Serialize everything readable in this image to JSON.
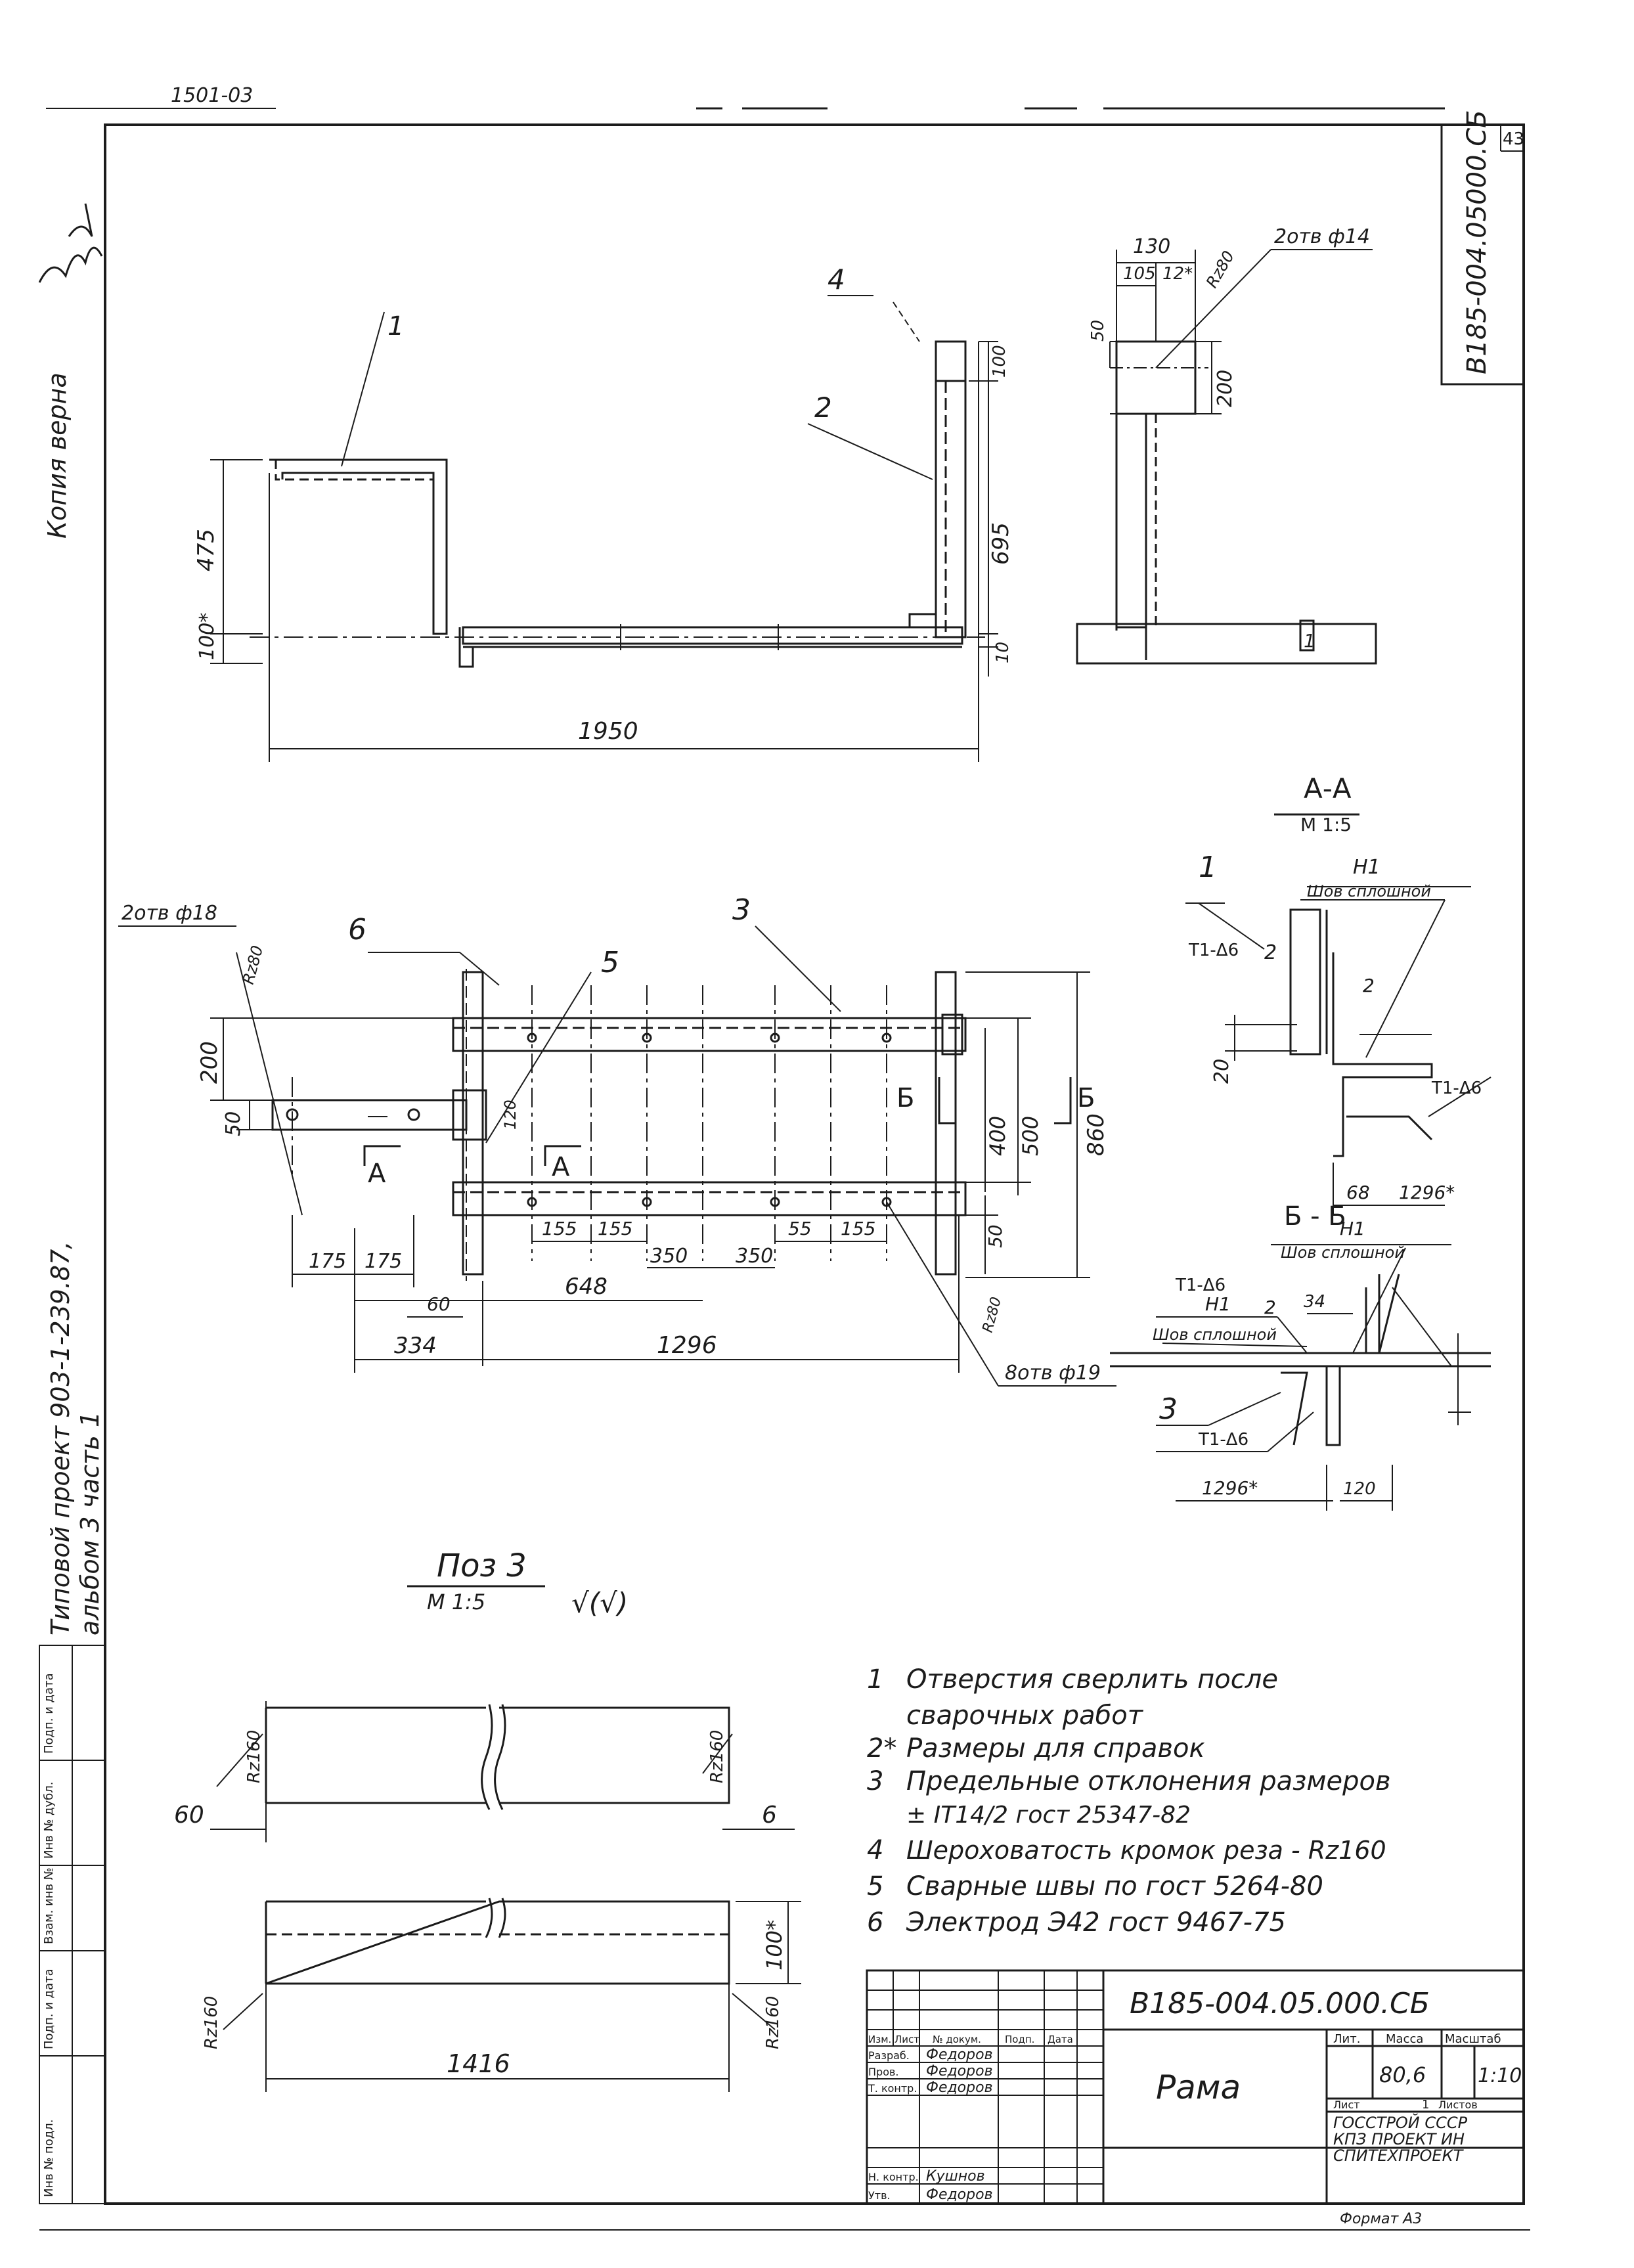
{
  "sheet": {
    "top_code": "1501-03",
    "sheet_number": "43",
    "side_code": "В185-004.05000.СБ",
    "copy_text": "Копия верна",
    "project_text_1": "Типовой проект 903-1-239.87,",
    "project_text_2": "альбом 3 часть 1"
  },
  "left_strip": {
    "labels": [
      "Инв № подл.",
      "Подп. и дата",
      "Взам. инв №",
      "Инв № дубл.",
      "Подп. и дата"
    ]
  },
  "views": {
    "front": {
      "dims": [
        "475",
        "100*",
        "1950",
        "695",
        "100",
        "10"
      ],
      "positions": [
        "1",
        "2",
        "4"
      ]
    },
    "side": {
      "dims": [
        "130",
        "105",
        "12*",
        "50",
        "200",
        "Rz80"
      ],
      "hole_note": "2отв ф14",
      "pos_label": "1"
    },
    "plan": {
      "hole_note_left": "2отв ф18",
      "hole_note_right": "8отв ф19",
      "rz": "Rz80",
      "rz2": "Rz80",
      "positions": [
        "6",
        "5",
        "3"
      ],
      "dims": [
        "200",
        "50",
        "120",
        "400",
        "500",
        "860",
        "50",
        "155",
        "155",
        "55",
        "155",
        "350",
        "350",
        "175",
        "175",
        "648",
        "60",
        "334",
        "1296"
      ],
      "section_marks": [
        "А",
        "А",
        "Б",
        "Б"
      ]
    },
    "section_aa": {
      "title": "А-А",
      "scale": "М 1:5",
      "pos": "1",
      "weld_sym": "Н1",
      "weld_text": "Шов сплошной",
      "t1": "Т1-Δ6",
      "t2": "Т1-Δ6",
      "num2": "2",
      "num2b": "2",
      "dims": [
        "20",
        "68",
        "1296*"
      ]
    },
    "section_bb": {
      "title": "Б - Б",
      "weld_sym": "Н1",
      "weld_text": "Шов сплошной",
      "t1": "Т1-Δ6",
      "num2": "2",
      "weld_sym2": "Н1",
      "weld_text2": "Шов сплошной",
      "pos": "3",
      "t2": "Т1-Δ6",
      "dims": [
        "34",
        "1296*",
        "120"
      ]
    },
    "poz3": {
      "title": "Поз 3",
      "scale": "М 1:5",
      "rough": "√(√)",
      "rz_labels": [
        "Rz160",
        "Rz160",
        "Rz160",
        "Rz160"
      ],
      "dims": [
        "60",
        "6",
        "100*",
        "1416"
      ]
    }
  },
  "notes": [
    {
      "num": "1",
      "text": "Отверстия сверлить после"
    },
    {
      "num": "",
      "text": "сварочных работ"
    },
    {
      "num": "2*",
      "text": "Размеры для справок"
    },
    {
      "num": "3",
      "text": "Предельные отклонения размеров"
    },
    {
      "num": "",
      "text": "± IT14/2  гост 25347-82"
    },
    {
      "num": "4",
      "text": "Шероховатость кромок реза - Rz160"
    },
    {
      "num": "5",
      "text": "Сварные швы по гост 5264-80"
    },
    {
      "num": "6",
      "text": "Электрод Э42  гост 9467-75"
    }
  ],
  "title_block": {
    "code": "В185-004.05.000.СБ",
    "name": "Рама",
    "col_headers": [
      "Изм.",
      "Лист",
      "№ докум.",
      "Подп.",
      "Дата"
    ],
    "row_labels": [
      "Разраб.",
      "Пров.",
      "Т. контр.",
      "",
      "Н. контр.",
      "Утв."
    ],
    "people": [
      "Федоров",
      "Федоров",
      "Федоров",
      "",
      "Кушнов",
      "Федоров"
    ],
    "lit_header": "Лит.",
    "mass_header": "Масса",
    "scale_header": "Масштаб",
    "mass": "80,6",
    "scale": "1:10",
    "sheet_label": "Лист",
    "sheets_label": "Листов",
    "sheets_value": "1",
    "org_1": "ГОССТРОЙ СССР",
    "org_2": "КПЗ ПРОЕКТ ИН",
    "org_3": "СПИТЕХПРОЕКТ",
    "footer": "Формат А3"
  }
}
